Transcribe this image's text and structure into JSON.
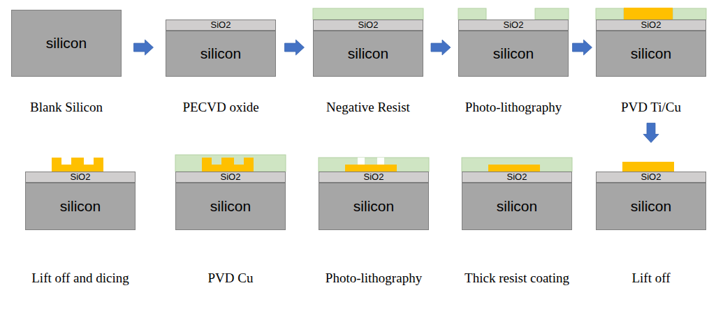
{
  "diagram": {
    "nodes": [
      {
        "text": [
          "Blank Silicon"
        ]
      },
      {
        "text": [
          "silicon"
        ],
        "in": 0
      },
      {
        "text": [
          "PECVD oxide"
        ]
      },
      {
        "text": [
          "SiO2"
        ],
        "in": 2
      },
      {
        "text": [
          "silicon"
        ],
        "in": 2
      },
      {
        "text": [
          "Negative Resist"
        ]
      },
      {
        "text": [
          "SiO2"
        ],
        "in": 5
      },
      {
        "text": [
          "silicon"
        ],
        "in": 5
      },
      {
        "text": [
          "Photo-lithography"
        ]
      },
      {
        "text": [
          "SiO2"
        ],
        "in": 8
      },
      {
        "text": [
          "silicon"
        ],
        "in": 8
      },
      {
        "text": [
          "PVD Ti/Cu"
        ]
      },
      {
        "text": [
          "SiO2"
        ],
        "in": 11
      },
      {
        "text": [
          "silicon"
        ],
        "in": 11
      },
      {
        "text": [
          "Lift off"
        ]
      },
      {
        "text": [
          "SiO2"
        ],
        "in": 14
      },
      {
        "text": [
          "silicon"
        ],
        "in": 14
      },
      {
        "text": [
          "Thick resist coating"
        ]
      },
      {
        "text": [
          "SiO2"
        ],
        "in": 17
      },
      {
        "text": [
          "silicon"
        ],
        "in": 17
      },
      {
        "text": [
          "Photo-lithography"
        ]
      },
      {
        "text": [
          "SiO2"
        ],
        "in": 20
      },
      {
        "text": [
          "silicon"
        ],
        "in": 20
      },
      {
        "text": [
          "PVD Cu"
        ]
      },
      {
        "text": [
          "SiO2"
        ],
        "in": 23
      },
      {
        "text": [
          "silicon"
        ],
        "in": 23
      },
      {
        "text": [
          "Lift off and dicing"
        ]
      },
      {
        "text": [
          "SiO2"
        ],
        "in": 26
      },
      {
        "text": [
          "silicon"
        ],
        "in": 26
      }
    ],
    "edges": [
      {
        "from": 0,
        "to": 2,
        "arrow": "to"
      },
      {
        "from": 2,
        "to": 5,
        "arrow": "to"
      },
      {
        "from": 5,
        "to": 8,
        "arrow": "to"
      },
      {
        "from": 8,
        "to": 11,
        "arrow": "to"
      },
      {
        "from": 11,
        "to": 14,
        "arrow": "to"
      }
    ]
  }
}
